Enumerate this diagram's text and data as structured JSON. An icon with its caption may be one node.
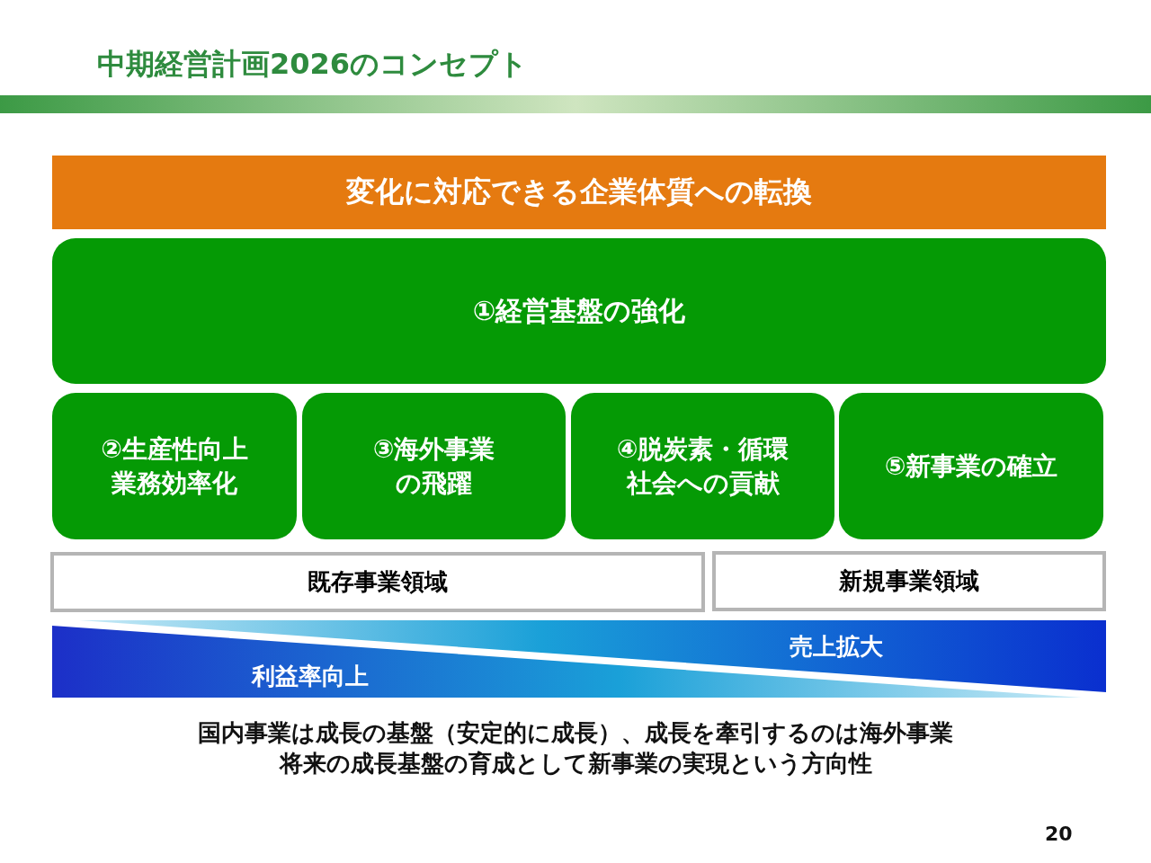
{
  "diagram": {
    "title": "中期経営計画2026のコンセプト",
    "nodes": [
      {
        "text": [
          "変化に対応できる企業体質への転換"
        ]
      },
      {
        "text": [
          "①経営基盤の強化"
        ]
      },
      {
        "text": [
          "②生産性向上業務効率化"
        ]
      },
      {
        "text": [
          "③海外事業の飛躍"
        ]
      },
      {
        "text": [
          "④脱炭素・循環社会への貢献"
        ]
      },
      {
        "text": [
          "⑤新事業の確立"
        ]
      },
      {
        "text": [
          "既存事業領域"
        ]
      },
      {
        "text": [
          "新規事業領域"
        ]
      },
      {
        "text": [
          "売上拡大",
          "利益率向上"
        ]
      }
    ],
    "edges": [],
    "labels": [
      "国内事業は成長の基盤（安定的に成長）、成長を牽引するのは海外事業",
      "将来の成長基盤の育成として新事業の実現という方向性",
      "20"
    ]
  }
}
